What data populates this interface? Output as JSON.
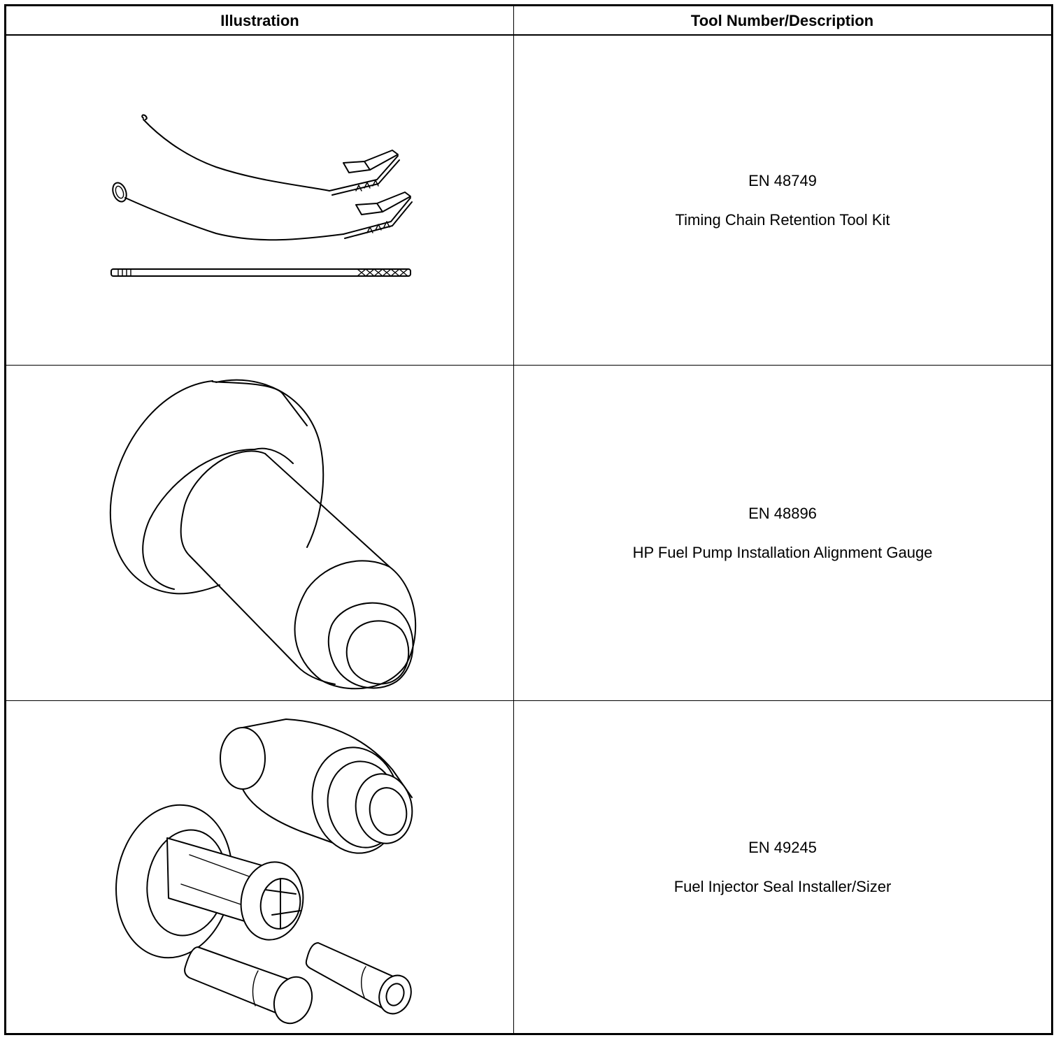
{
  "table": {
    "headers": {
      "illustration": "Illustration",
      "tool": "Tool Number/Description"
    },
    "rows": [
      {
        "tool_number": "EN 48749",
        "description": "Timing Chain Retention Tool Kit",
        "illustration_icon": "timing-chain-retention-tool-kit-icon"
      },
      {
        "tool_number": "EN 48896",
        "description": "HP Fuel Pump Installation Alignment Gauge",
        "illustration_icon": "fuel-pump-alignment-gauge-icon"
      },
      {
        "tool_number": "EN 49245",
        "description": "Fuel Injector Seal Installer/Sizer",
        "illustration_icon": "fuel-injector-seal-installer-icon"
      }
    ]
  }
}
